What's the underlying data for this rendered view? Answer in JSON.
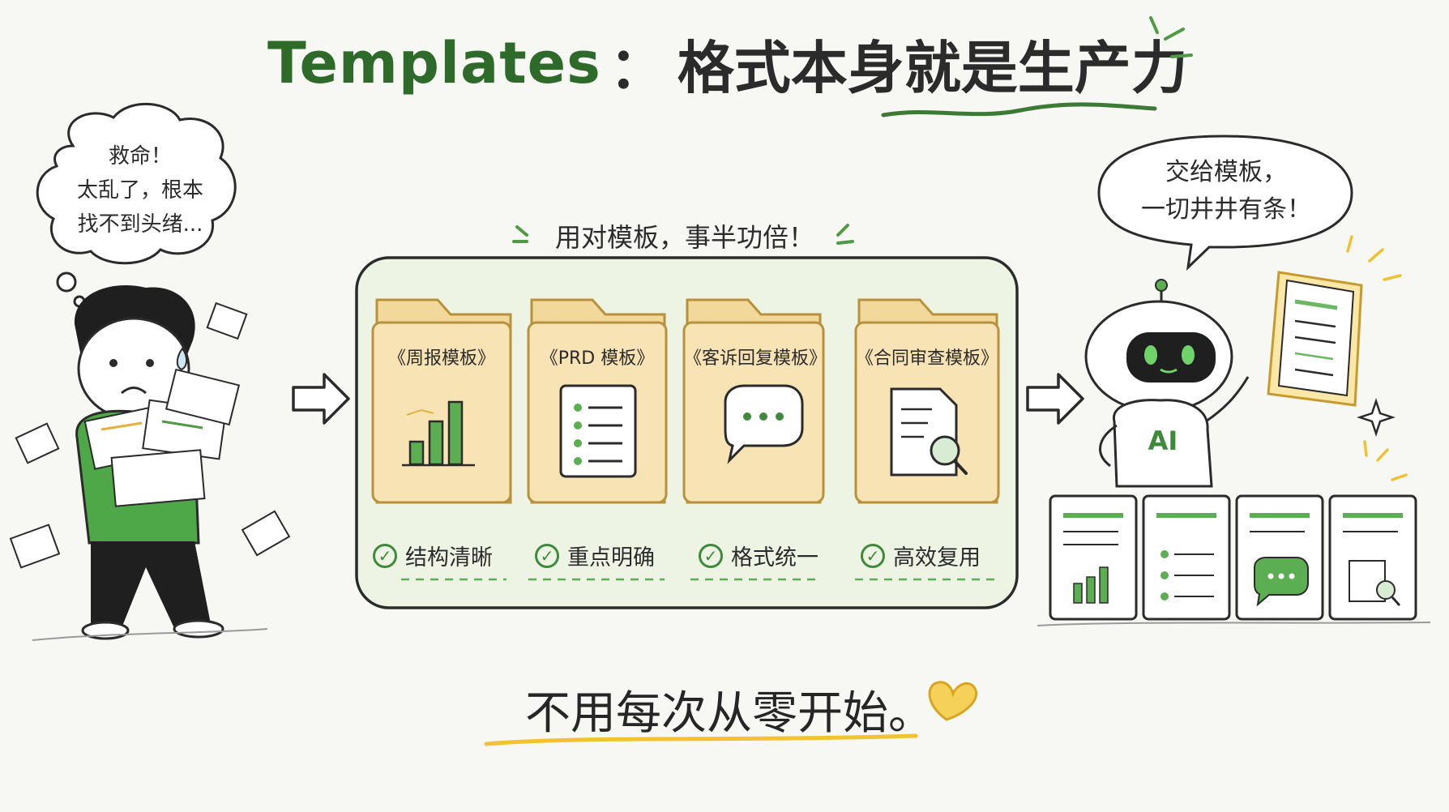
{
  "title": {
    "en": "Templates",
    "colon": "：",
    "zh": "格式本身就是生产力"
  },
  "left_bubble": {
    "lines": [
      "救命！",
      "太乱了，根本",
      "找不到头绪..."
    ]
  },
  "right_bubble": {
    "lines": [
      "交给模板，",
      "一切井井有条！"
    ]
  },
  "tagline": "用对模板，事半功倍！",
  "folders": [
    {
      "label": "《周报模板》",
      "icon": "bar-chart-icon"
    },
    {
      "label": "《PRD 模板》",
      "icon": "checklist-icon"
    },
    {
      "label": "《客诉回复模板》",
      "icon": "chat-bubble-icon"
    },
    {
      "label": "《合同审查模板》",
      "icon": "document-search-icon"
    }
  ],
  "benefits": [
    {
      "label": "结构清晰"
    },
    {
      "label": "重点明确"
    },
    {
      "label": "格式统一"
    },
    {
      "label": "高效复用"
    }
  ],
  "robot": {
    "label": "AI"
  },
  "bottom_text": "不用每次从零开始。",
  "colors": {
    "green_dark": "#2e6b2a",
    "green": "#3f8a3a",
    "green_light": "#e9f1e0",
    "folder_fill": "#f8e3b4",
    "folder_stroke": "#b8913c",
    "yellow_underline": "#f2c230"
  }
}
